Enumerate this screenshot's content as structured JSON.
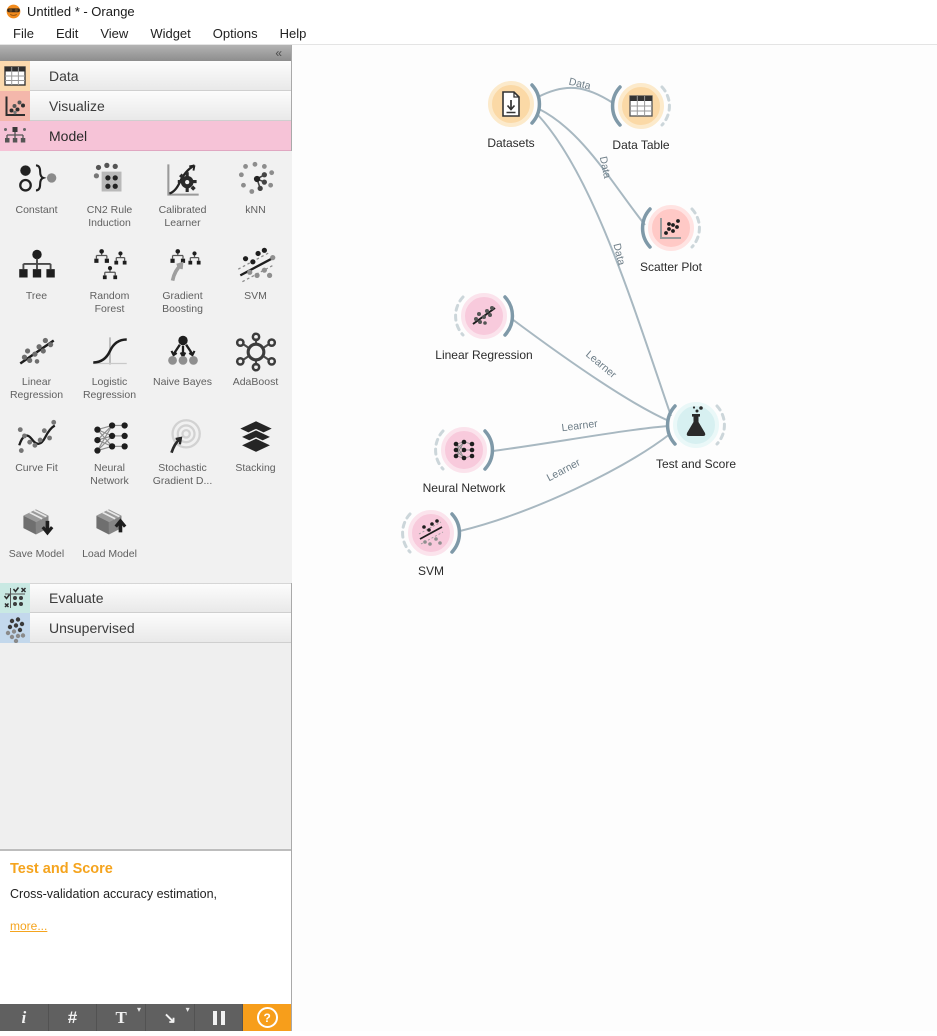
{
  "window": {
    "title": "Untitled * - Orange"
  },
  "menu": {
    "items": [
      "File",
      "Edit",
      "View",
      "Widget",
      "Options",
      "Help"
    ]
  },
  "toolbox": {
    "collapse_glyph": "«",
    "categories": [
      {
        "label": "Data",
        "color": "#fbd9ae"
      },
      {
        "label": "Visualize",
        "color": "#f4b7ab"
      },
      {
        "label": "Model",
        "color": "#f6c3d7",
        "selected": true
      },
      {
        "label": "Evaluate",
        "color": "#c9e9e3"
      },
      {
        "label": "Unsupervised",
        "color": "#c3d8ec"
      }
    ],
    "model_widgets": [
      {
        "label": "Constant"
      },
      {
        "label": "CN2 Rule Induction"
      },
      {
        "label": "Calibrated Learner"
      },
      {
        "label": "kNN"
      },
      {
        "label": "Tree"
      },
      {
        "label": "Random Forest"
      },
      {
        "label": "Gradient Boosting"
      },
      {
        "label": "SVM"
      },
      {
        "label": "Linear Regression"
      },
      {
        "label": "Logistic Regression"
      },
      {
        "label": "Naive Bayes"
      },
      {
        "label": "AdaBoost"
      },
      {
        "label": "Curve Fit"
      },
      {
        "label": "Neural Network"
      },
      {
        "label": "Stochastic Gradient D..."
      },
      {
        "label": "Stacking"
      },
      {
        "label": "Save Model"
      },
      {
        "label": "Load Model"
      }
    ]
  },
  "description_panel": {
    "title": "Test and Score",
    "text": "Cross-validation accuracy estimation,",
    "link_label": "more..."
  },
  "status_bar": {
    "buttons": [
      {
        "name": "info",
        "glyph": "i"
      },
      {
        "name": "align-grid",
        "glyph": "#"
      },
      {
        "name": "text-annotation",
        "glyph": "T",
        "caret": "▾"
      },
      {
        "name": "arrow-annotation",
        "glyph": "↘",
        "caret": "▾"
      },
      {
        "name": "pause"
      },
      {
        "name": "help",
        "glyph": "?"
      }
    ]
  },
  "canvas": {
    "nodes": [
      {
        "label": "Datasets",
        "color": "#fbd9a6"
      },
      {
        "label": "Data Table",
        "color": "#fbd9a6"
      },
      {
        "label": "Scatter Plot",
        "color": "#ffc9c6"
      },
      {
        "label": "Linear Regression",
        "color": "#f8cadc"
      },
      {
        "label": "Neural Network",
        "color": "#f8cadc"
      },
      {
        "label": "SVM",
        "color": "#f8cadc"
      },
      {
        "label": "Test and Score",
        "color": "#d7f0f1"
      }
    ],
    "links": [
      {
        "label": "Data",
        "from": "Datasets",
        "to": "Data Table"
      },
      {
        "label": "Data",
        "from": "Datasets",
        "to": "Scatter Plot"
      },
      {
        "label": "Data",
        "from": "Datasets",
        "to": "Test and Score"
      },
      {
        "label": "Learner",
        "from": "Linear Regression",
        "to": "Test and Score"
      },
      {
        "label": "Learner",
        "from": "Neural Network",
        "to": "Test and Score"
      },
      {
        "label": "Learner",
        "from": "SVM",
        "to": "Test and Score"
      }
    ]
  }
}
